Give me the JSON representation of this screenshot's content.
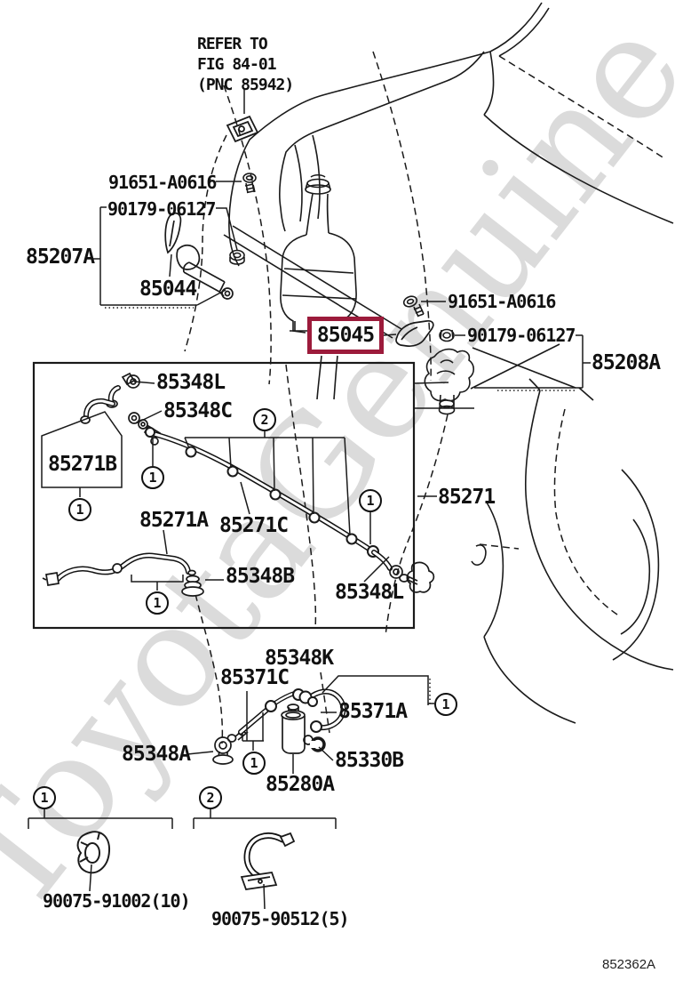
{
  "diagram": {
    "note": "REFER TO\nFIG 84-01\n(PNC 85942)",
    "code": "852362A",
    "watermark": "ToyotaGenuine.ru",
    "highlight_color": "#9c1b3b",
    "line_color": "#1a1a1a",
    "highlighted_part": "85045",
    "callouts": {
      "one": "1",
      "two": "2"
    },
    "parts": {
      "bolt_top": "91651-A0616",
      "nut_top": "90179-06127",
      "nozzle_asm_left": "85207A",
      "nozzle_cover": "85044",
      "bolt_right": "91651-A0616",
      "nut_right": "90179-06127",
      "jar_asm": "85208A",
      "joint_l_top": "85348L",
      "joint_c": "85348C",
      "hose_b": "85271B",
      "hose_a": "85271A",
      "hose_c": "85271C",
      "grommet_b": "85348B",
      "joint_l_right": "85348L",
      "hose_main": "85271",
      "clip_k": "85348K",
      "hose_371c": "85371C",
      "hose_371a": "85371A",
      "joint_a": "85348A",
      "clamp_330b": "85330B",
      "motor": "85280A",
      "clip_ring": "90075-91002(10)",
      "clip_clamp": "90075-90512(5)"
    }
  }
}
